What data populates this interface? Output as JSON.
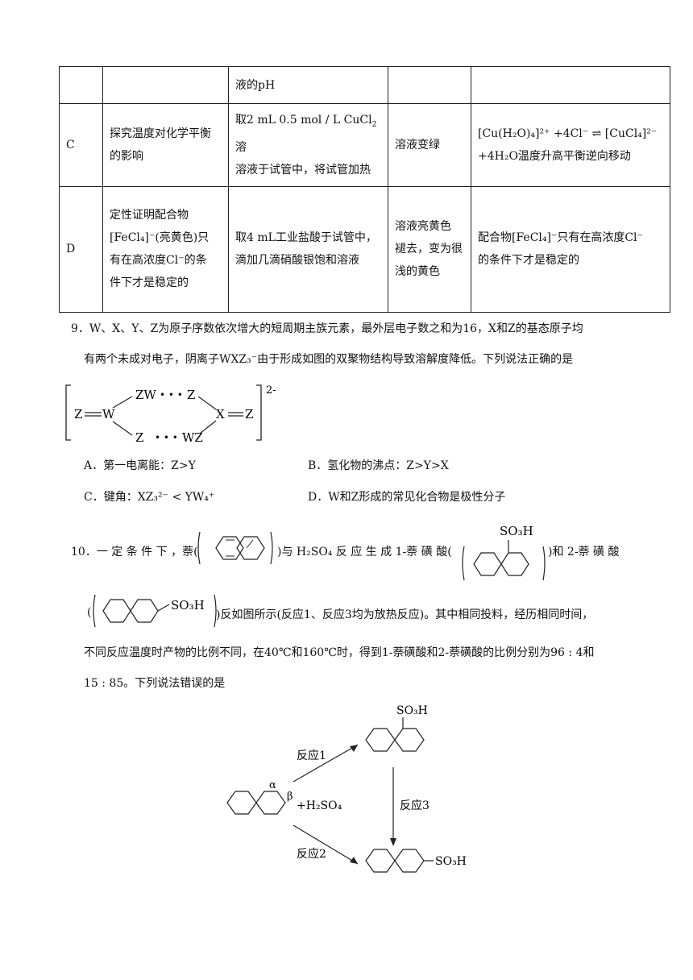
{
  "table": {
    "row_b_cont": {
      "cell3": "液的pH"
    },
    "row_c": {
      "label": "C",
      "purpose": "探究温度对化学平衡的影响",
      "operation_1": "取2 mL 0.5 mol / L CuCl",
      "operation_1_sub": "2",
      "operation_2": "溶液于试管中，将试管加热",
      "phenomenon": "溶液变绿",
      "conclusion_eq": "[Cu(H₂O)₄]²⁺ +4Cl⁻ ⇌ [CuCl₄]²⁻",
      "conclusion_text": "+4H₂O温度升高平衡逆向移动"
    },
    "row_d": {
      "label": "D",
      "purpose_1": "定性证明配合物",
      "purpose_2": "[FeCl₄]⁻(亮黄色)只",
      "purpose_3": "有在高浓度Cl⁻的条",
      "purpose_4": "件下才是稳定的",
      "operation_1": "取4 mL工业盐酸于试管中，",
      "operation_2": "滴加几滴硝酸银饱和溶液",
      "phenomenon_1": "溶液亮黄色",
      "phenomenon_2": "褪去，变为很",
      "phenomenon_3": "浅的黄色",
      "conclusion_1": "配合物[FeCl₄]⁻只有在高浓度Cl⁻",
      "conclusion_2": "的条件下才是稳定的"
    }
  },
  "q9": {
    "line1": "9．W、X、Y、Z为原子序数依次增大的短周期主族元素，最外层电子数之和为16，X和Z的基态原子均",
    "line2": "有两个未成对电子，阴离子WXZ₃⁻由于形成如图的双聚物结构导致溶解度降低。下列说法正确的是",
    "diagram": {
      "charge": "2-",
      "z_left": "Z",
      "w": "W",
      "zw_top": "ZW",
      "z_top": "Z",
      "z_bottom": "Z",
      "wz_bottom": "WZ",
      "x": "X",
      "z_right": "Z",
      "dots": "• • •"
    },
    "options": {
      "A": "A．第一电离能：Z>Y",
      "B": "B．氢化物的沸点：Z>Y>X",
      "C": "C．键角：XZ₃²⁻ < YW₄⁺",
      "D": "D．W和Z形成的常见化合物是极性分子"
    }
  },
  "q10": {
    "p1_a": "10．一 定 条 件 下 ，萘(",
    "p1_b": ")与 H₂SO₄ 反 应 生 成 1-萘 磺 酸(",
    "p1_c": ")和 2-萘 磺 酸",
    "p2_a": "(",
    "p2_b": ")反如图所示(反应1、反应3均为放热反应)。其中相同投料，经历相同时间，",
    "line3": "不同反应温度时产物的比例不同，在40℃和160℃时，得到1-萘磺酸和2-萘磺酸的比例分别为96 : 4和",
    "line4": "15 : 85。下列说法错误的是",
    "so3h": "SO₃H",
    "scheme": {
      "reaction1": "反应1",
      "reaction2": "反应2",
      "reaction3": "反应3",
      "alpha": "α",
      "beta": "β",
      "reagent": "+H₂SO₄",
      "so3h": "SO₃H"
    }
  }
}
